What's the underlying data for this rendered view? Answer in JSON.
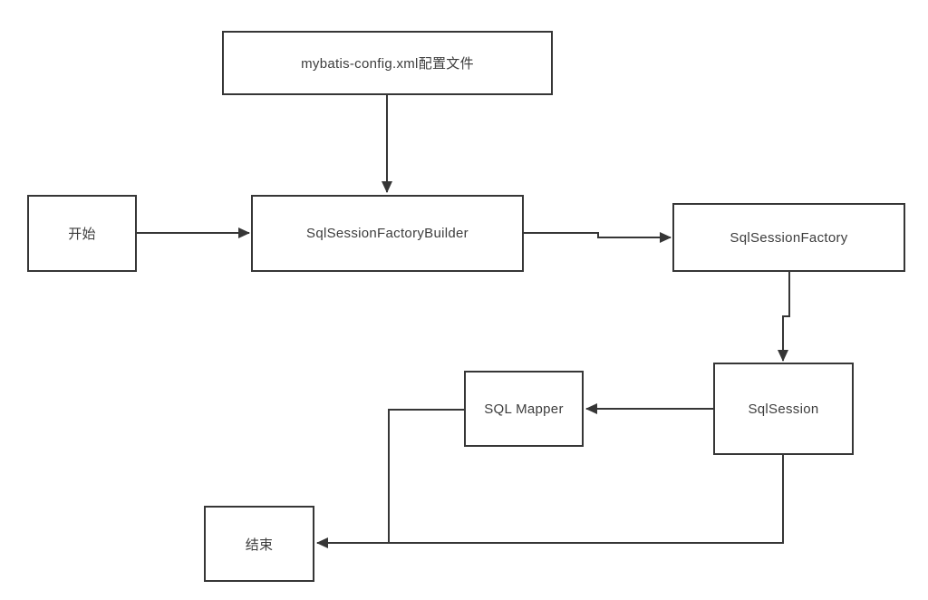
{
  "diagram": {
    "title": "MyBatis execution flowchart",
    "colors": {
      "background": "#ffffff",
      "line": "#363636",
      "node_border": "#363636",
      "node_fill": "#ffffff",
      "text": "#3d3d3d"
    },
    "nodes": {
      "config": {
        "label": "mybatis-config.xml配置文件"
      },
      "start": {
        "label": "开始"
      },
      "builder": {
        "label": "SqlSessionFactoryBuilder"
      },
      "factory": {
        "label": "SqlSessionFactory"
      },
      "session": {
        "label": "SqlSession"
      },
      "mapper": {
        "label": "SQL Mapper"
      },
      "end": {
        "label": "结束"
      }
    },
    "edges": [
      {
        "from": "config",
        "to": "builder",
        "arrow": true
      },
      {
        "from": "start",
        "to": "builder",
        "arrow": true
      },
      {
        "from": "builder",
        "to": "factory",
        "arrow": true
      },
      {
        "from": "factory",
        "to": "session",
        "arrow": true
      },
      {
        "from": "session",
        "to": "mapper",
        "arrow": true
      },
      {
        "from": "mapper",
        "to": "end",
        "arrow": false,
        "note": "joins session-to-end line at junction"
      },
      {
        "from": "session",
        "to": "end",
        "arrow": true
      }
    ]
  }
}
